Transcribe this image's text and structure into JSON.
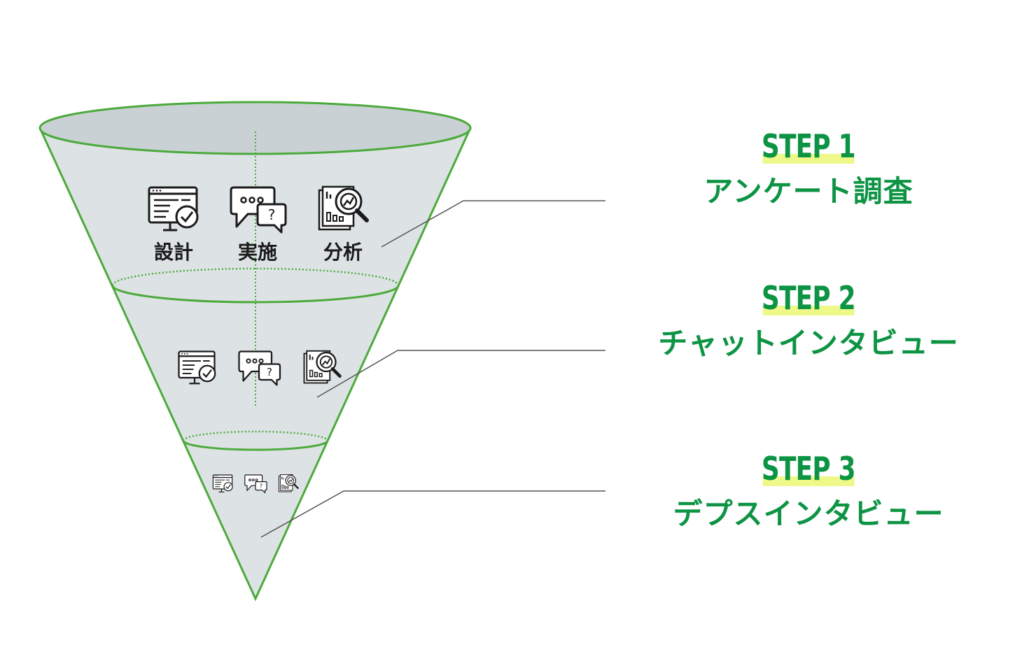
{
  "colors": {
    "accent_green": "#0c9444",
    "funnel_outline": "#4caa3b",
    "funnel_fill": "#dde3e5",
    "funnel_rim_top": "#cad1d5",
    "highlight": "#eef98a",
    "leader_line": "#555555"
  },
  "icons": {
    "row_names": [
      "monitor-checklist-icon",
      "chat-question-icon",
      "report-magnifier-icon"
    ],
    "labels": [
      "設計",
      "実施",
      "分析"
    ]
  },
  "steps": [
    {
      "heading": "STEP 1",
      "name": "アンケート調査"
    },
    {
      "heading": "STEP 2",
      "name": "チャットインタビュー"
    },
    {
      "heading": "STEP 3",
      "name": "デプスインタビュー"
    }
  ]
}
